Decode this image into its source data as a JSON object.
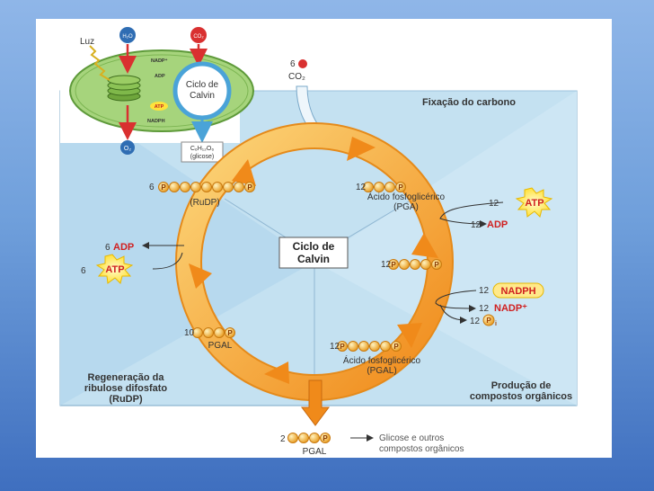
{
  "colors": {
    "panel_background": "#cfe6f3",
    "panel_dark": "#b9d9ec",
    "cycle_arrow": "#f4a42a",
    "cycle_arrow_light": "#fcd67a",
    "carbon_ball": "#f5b43a",
    "phosphate_ball": "#f7c84a",
    "atp_burst": "#ffe23a",
    "chloroplast": "#9ccf73",
    "oxygen_ball": "#2f6db3",
    "co2_ball": "#d93030"
  },
  "chloroplast": {
    "luz_label": "Luz",
    "h2o_label": "H₂O",
    "co2_label": "CO₂",
    "o2_label": "O₂",
    "nadp_label": "NADP⁺",
    "adp_label": "ADP",
    "atp_label": "ATP",
    "nadph_label": "NADPH",
    "cycle_label": [
      "Ciclo de",
      "Calvin"
    ],
    "glucose_formula": "C₆H₁₂O₆",
    "glucose_label": "(glicose)"
  },
  "regions": {
    "fixation": "Fixação do carbono",
    "regeneration": [
      "Regeneração da",
      "ribulose difosfato",
      "(RuDP)"
    ],
    "production": [
      "Produção de",
      "compostos orgânicos"
    ]
  },
  "center_label": [
    "Ciclo de",
    "Calvin"
  ],
  "co2_input": {
    "count": "6",
    "label": "CO₂"
  },
  "molecules": {
    "rudp": {
      "count": "6",
      "name": "(RuDP)",
      "phosphate": "P"
    },
    "pga": {
      "count": "12",
      "name": [
        "Ácido fosfoglicérico",
        "(PGA)"
      ],
      "phosphate": "P"
    },
    "bisphosphate": {
      "count": "12",
      "phosphate": "P"
    },
    "pgal_top": {
      "count": "12",
      "name": [
        "Ácido fosfoglicérico",
        "(PGAL)"
      ],
      "phosphate": "P"
    },
    "pgal_left": {
      "count": "10",
      "name": "PGAL",
      "phosphate": "P"
    },
    "pgal_out": {
      "count": "2",
      "name": "PGAL",
      "phosphate": "P"
    }
  },
  "cofactors": {
    "atp_in_right": {
      "count": "12",
      "label": "ATP"
    },
    "adp_out_right": {
      "count": "12",
      "label": "ADP"
    },
    "nadph_in": {
      "count": "12",
      "label": "NADPH"
    },
    "nadp_out": {
      "count": "12",
      "label": "NADP⁺"
    },
    "pi_out": {
      "count": "12",
      "label": "P",
      "subscript": "i"
    },
    "adp_out_left": {
      "count": "6",
      "label": "ADP"
    },
    "atp_in_left": {
      "count": "6",
      "label": "ATP"
    }
  },
  "output_label": [
    "Glicose e outros",
    "compostos orgânicos"
  ]
}
